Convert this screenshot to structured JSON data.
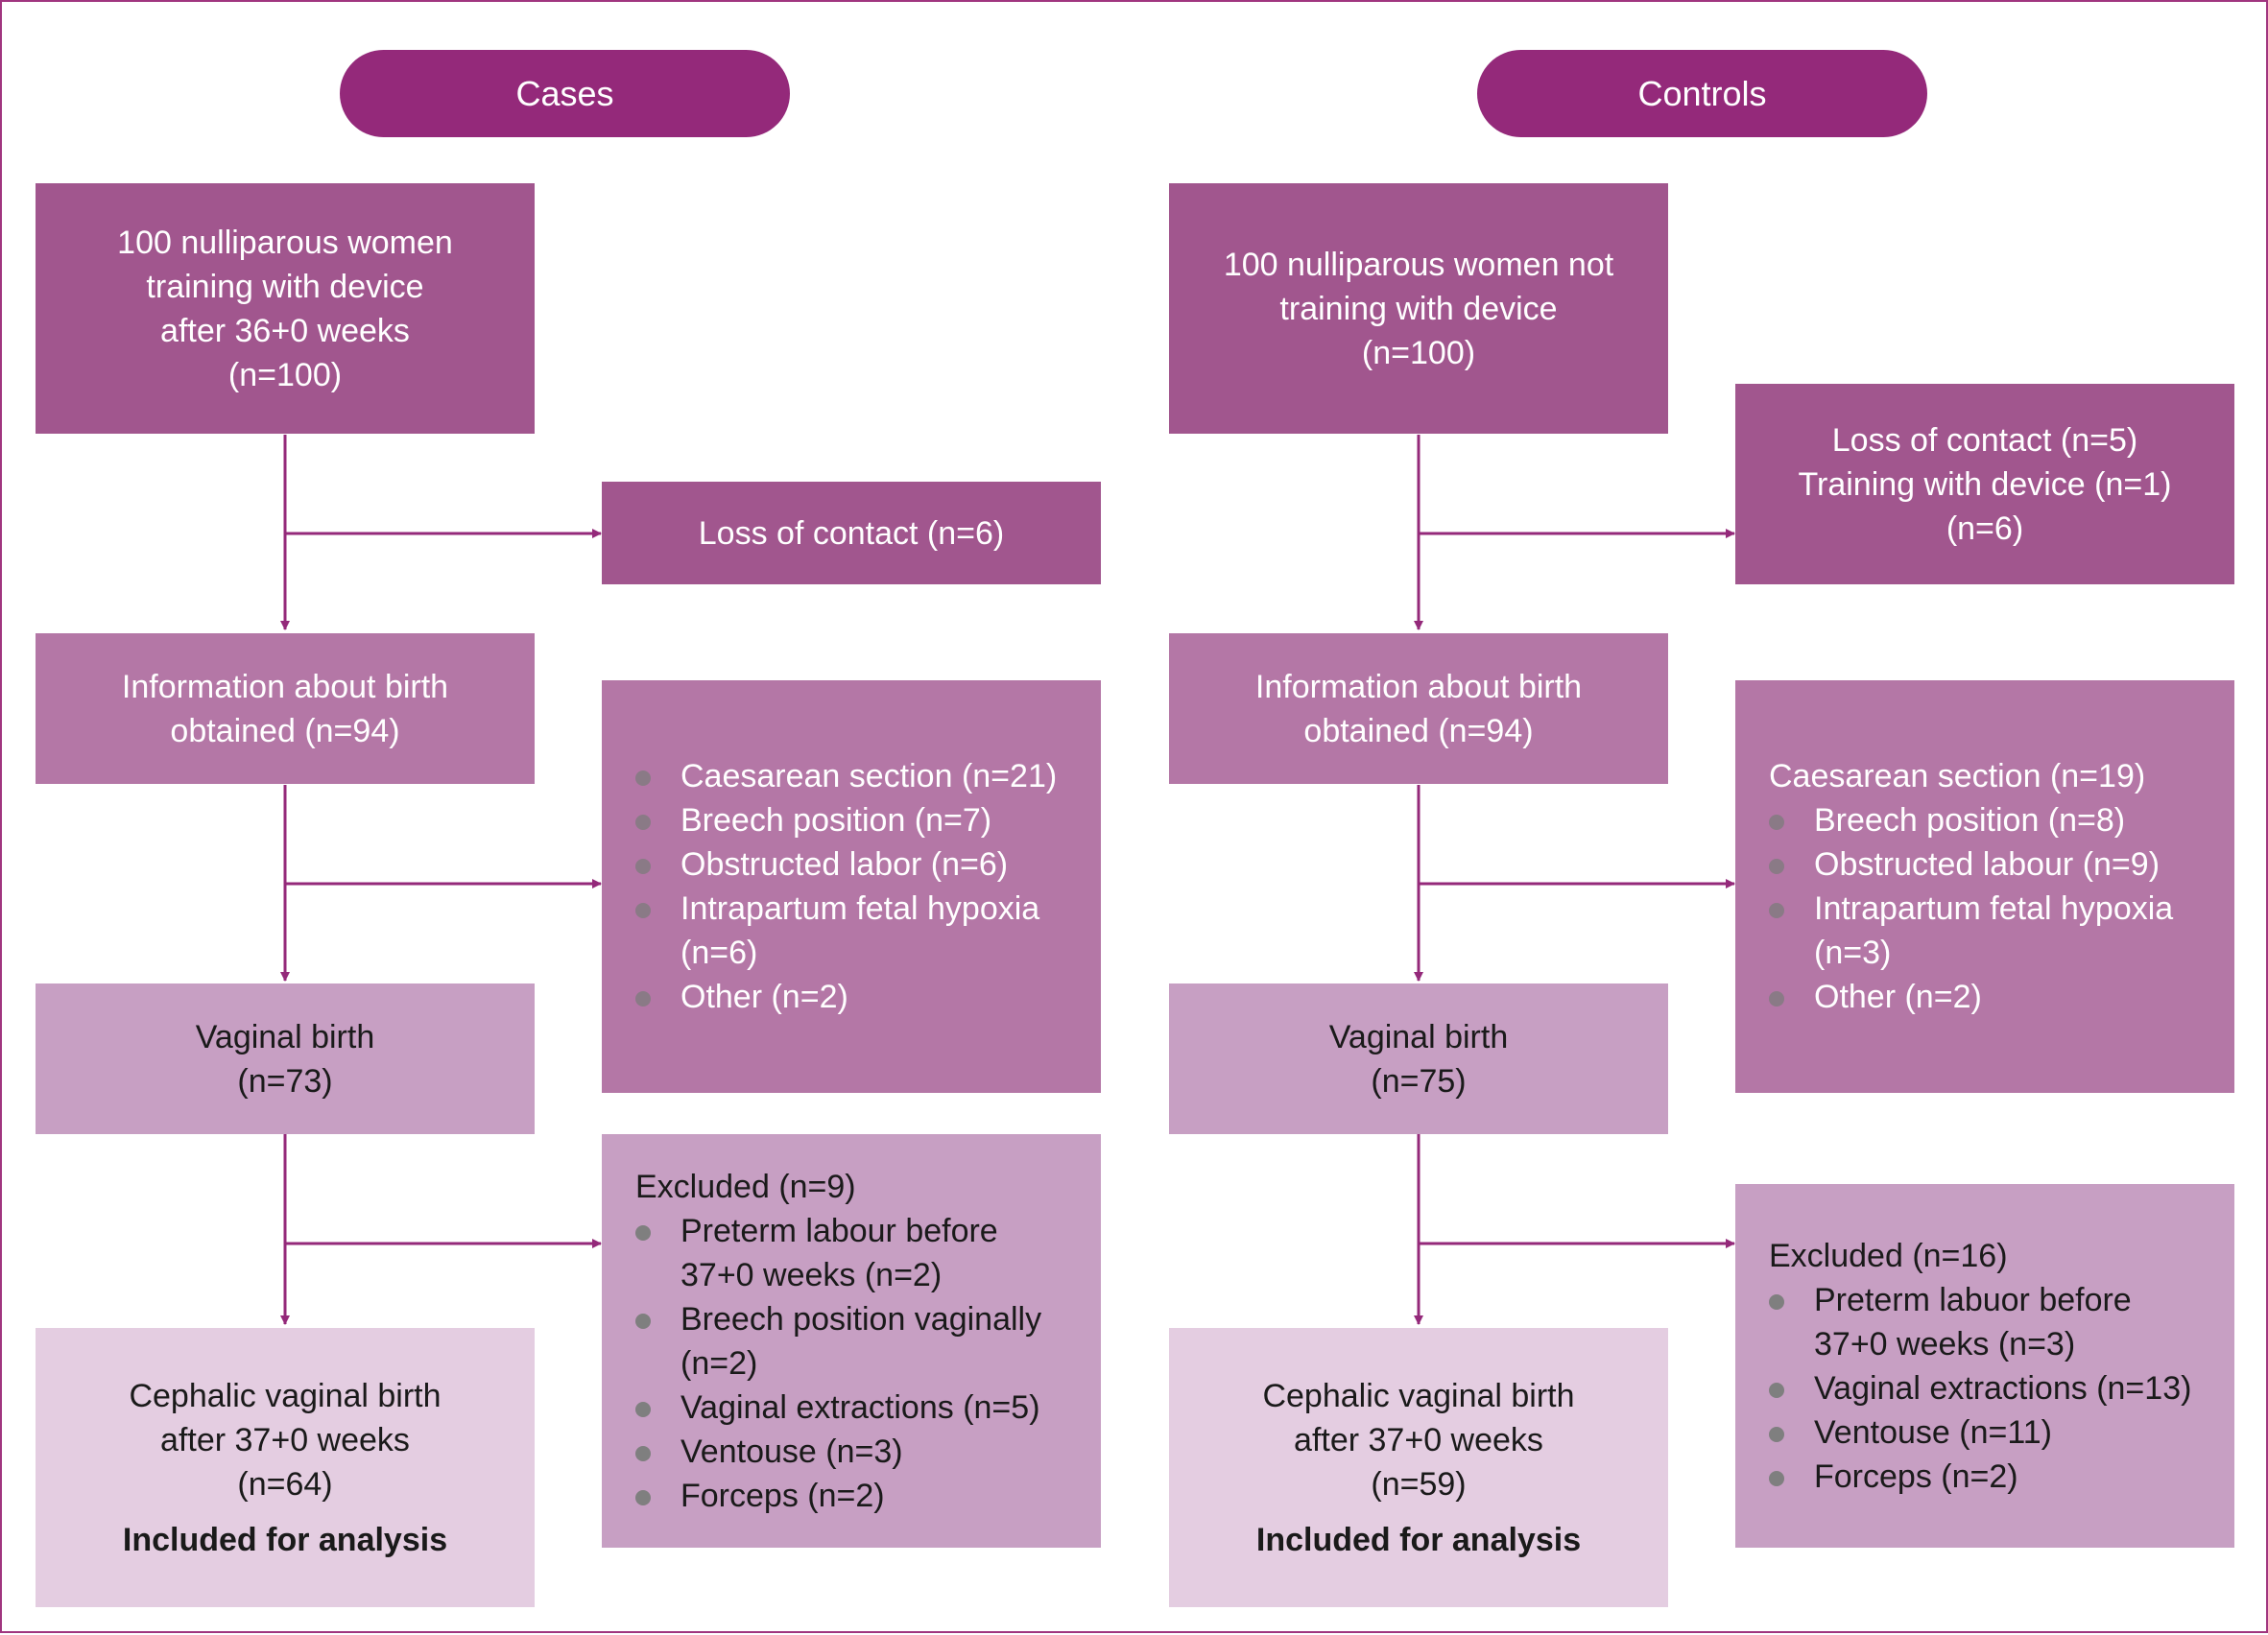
{
  "colors": {
    "pill": "#94297a",
    "level1": "#a1568e",
    "level2": "#b477a6",
    "level3": "#c79fc3",
    "level4": "#e4cde1",
    "arrow": "#94297a",
    "bullet": "#7f7f7f"
  },
  "cases": {
    "header": "Cases",
    "start": {
      "lines": [
        "100 nulliparous women",
        "training with device",
        "after 36+0 weeks",
        "(n=100)"
      ]
    },
    "loss": {
      "lines": [
        "Loss of contact (n=6)"
      ]
    },
    "info": {
      "lines": [
        "Information about birth",
        "obtained (n=94)"
      ]
    },
    "caesarean": {
      "items": [
        "Caesarean section (n=21)",
        "Breech position (n=7)",
        "Obstructed labor (n=6)",
        "Intrapartum fetal hypoxia (n=6)",
        "Other (n=2)"
      ]
    },
    "vaginal": {
      "lines": [
        "Vaginal birth",
        "(n=73)"
      ]
    },
    "excluded": {
      "title": "Excluded (n=9)",
      "items": [
        "Preterm labour before 37+0 weeks (n=2)",
        "Breech position vaginally (n=2)",
        "Vaginal extractions (n=5)",
        "Ventouse (n=3)",
        "Forceps (n=2)"
      ]
    },
    "final": {
      "lines": [
        "Cephalic vaginal birth",
        "after 37+0 weeks",
        "(n=64)"
      ],
      "note": "Included for analysis"
    }
  },
  "controls": {
    "header": "Controls",
    "start": {
      "lines": [
        "100 nulliparous women not",
        "training with device",
        "(n=100)"
      ]
    },
    "loss": {
      "lines": [
        "Loss of contact (n=5)",
        "Training with device (n=1)",
        "(n=6)"
      ]
    },
    "info": {
      "lines": [
        "Information about birth",
        "obtained (n=94)"
      ]
    },
    "caesarean": {
      "title": "Caesarean section (n=19)",
      "items": [
        "Breech position (n=8)",
        "Obstructed labour (n=9)",
        "Intrapartum fetal hypoxia (n=3)",
        "Other (n=2)"
      ]
    },
    "vaginal": {
      "lines": [
        "Vaginal birth",
        "(n=75)"
      ]
    },
    "excluded": {
      "title": "Excluded (n=16)",
      "items": [
        "Preterm labuor before 37+0 weeks (n=3)",
        "Vaginal extractions (n=13)",
        "Ventouse (n=11)",
        "Forceps (n=2)"
      ]
    },
    "final": {
      "lines": [
        "Cephalic vaginal birth",
        "after 37+0 weeks",
        "(n=59)"
      ],
      "note": "Included for analysis"
    }
  }
}
